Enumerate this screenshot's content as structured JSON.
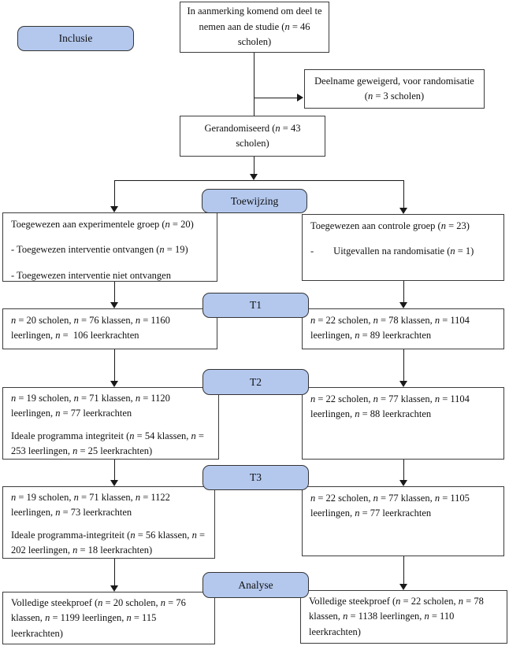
{
  "stages": {
    "inclusie": "Inclusie",
    "toewijzing": "Toewijzing",
    "t1": "T1",
    "t2": "T2",
    "t3": "T3",
    "analyse": "Analyse"
  },
  "boxes": {
    "eligible": "In aanmerking komend om deel te nemen aan de studie (n = 46 scholen)",
    "declined": "Deelname geweigerd, voor randomisatie (n = 3 scholen)",
    "randomized": "Gerandomiseerd (n = 43 scholen)",
    "alloc_exp": [
      "Toegewezen aan experimentele groep (n = 20)",
      "- Toegewezen interventie ontvangen (n = 19)",
      "- Toegewezen interventie niet ontvangen"
    ],
    "alloc_ctrl": [
      "Toegewezen aan controle groep (n = 23)",
      "-        Uitgevallen na randomisatie (n = 1)"
    ],
    "t1_exp": "n = 20 scholen, n = 76 klassen, n = 1160 leerlingen, n =  106 leerkrachten",
    "t1_ctrl": "n = 22 scholen, n = 78 klassen, n = 1104 leerlingen, n = 89 leerkrachten",
    "t2_exp": [
      "n = 19 scholen, n = 71 klassen, n = 1120 leerlingen, n = 77 leerkrachten",
      "Ideale programma integriteit (n = 54 klassen, n = 253 leerlingen, n = 25 leerkrachten)"
    ],
    "t2_ctrl": "n = 22 scholen, n = 77 klassen, n = 1104 leerlingen, n = 88 leerkrachten",
    "t3_exp": [
      "n = 19 scholen, n = 71 klassen, n = 1122 leerlingen, n = 73 leerkrachten",
      "Ideale programma-integriteit (n = 56 klassen, n = 202 leerlingen, n = 18 leerkrachten)"
    ],
    "t3_ctrl": "n = 22 scholen, n = 77 klassen, n = 1105 leerlingen, n = 77 leerkrachten",
    "analyse_exp": "Volledige steekproef (n = 20 scholen, n = 76 klassen, n = 1199 leerlingen, n = 115 leerkrachten)",
    "analyse_ctrl": "Volledige steekproef (n = 22 scholen, n = 78 klassen, n = 1138 leerlingen, n = 110 leerkrachten)"
  },
  "colors": {
    "stage_fill": "#b4c8ee",
    "stage_border": "#343434",
    "line": "#1a1a1a"
  }
}
